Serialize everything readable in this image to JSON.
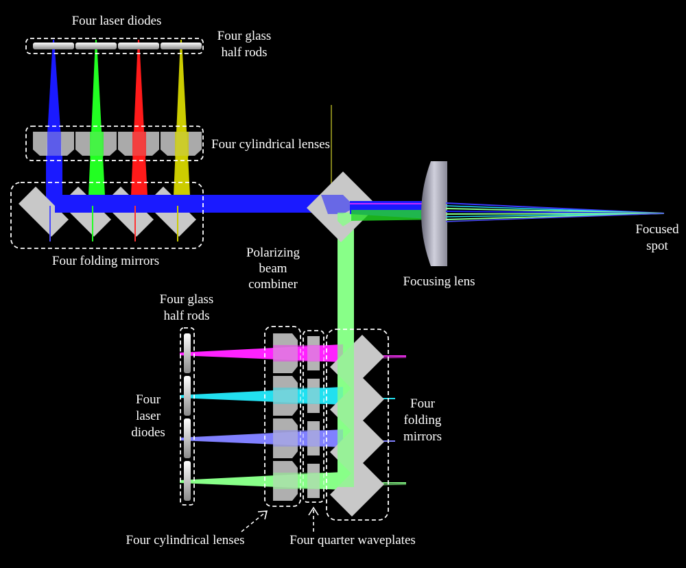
{
  "labels": {
    "top_diodes": "Four laser diodes",
    "top_rods_1": "Four glass",
    "top_rods_2": "half rods",
    "top_cyl": "Four cylindrical lenses",
    "top_fold": "Four folding mirrors",
    "pbc_1": "Polarizing",
    "pbc_2": "beam",
    "pbc_3": "combiner",
    "focusing_lens": "Focusing lens",
    "spot_1": "Focused",
    "spot_2": "spot",
    "bot_rods_1": "Four glass",
    "bot_rods_2": "half rods",
    "bot_diodes_1": "Four",
    "bot_diodes_2": "laser",
    "bot_diodes_3": "diodes",
    "bot_fold_1": "Four",
    "bot_fold_2": "folding",
    "bot_fold_3": "mirrors",
    "bot_cyl": "Four cylindrical lenses",
    "bot_qwp": "Four quarter waveplates"
  },
  "colors": {
    "background": "#000000",
    "label": "#ffffff",
    "optic_gray": "#c8c8c8",
    "dashed_box": "#ffffff",
    "beam_blue": "#1a1aff",
    "beam_green": "#22ff22",
    "beam_red": "#ff1a1a",
    "beam_yellow": "#cccc00",
    "beam_magenta": "#ff22ff",
    "beam_cyan": "#22e0f0",
    "beam_lavender": "#8080ff",
    "beam_light_green": "#88ff88"
  }
}
